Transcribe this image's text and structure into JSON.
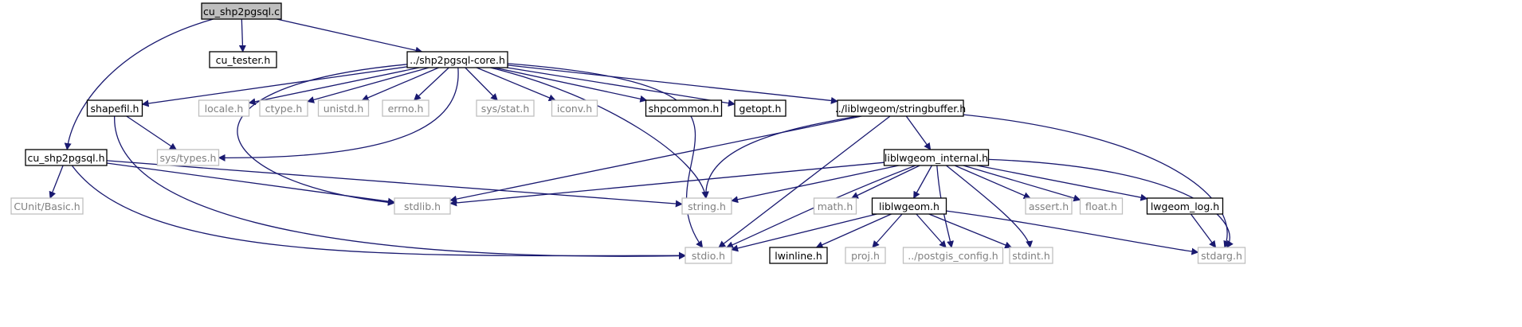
{
  "diagram": {
    "type": "include-dependency-graph",
    "colors": {
      "edge": "#191970",
      "root_fill": "#bfbfbf",
      "doc_border": "#000000",
      "ext_border": "#bfbfbf",
      "ext_text": "#808080"
    },
    "nodes": [
      {
        "id": "cu_shp2pgsql_c",
        "label": "cu_shp2pgsql.c",
        "kind": "root"
      },
      {
        "id": "cu_tester_h",
        "label": "cu_tester.h",
        "kind": "documented"
      },
      {
        "id": "shp2pgsql_core_h",
        "label": "../shp2pgsql-core.h",
        "kind": "documented"
      },
      {
        "id": "cu_shp2pgsql_h",
        "label": "cu_shp2pgsql.h",
        "kind": "documented"
      },
      {
        "id": "shapefil_h",
        "label": "shapefil.h",
        "kind": "documented"
      },
      {
        "id": "locale_h",
        "label": "locale.h",
        "kind": "external"
      },
      {
        "id": "ctype_h",
        "label": "ctype.h",
        "kind": "external"
      },
      {
        "id": "unistd_h",
        "label": "unistd.h",
        "kind": "external"
      },
      {
        "id": "errno_h",
        "label": "errno.h",
        "kind": "external"
      },
      {
        "id": "sys_stat_h",
        "label": "sys/stat.h",
        "kind": "external"
      },
      {
        "id": "iconv_h",
        "label": "iconv.h",
        "kind": "external"
      },
      {
        "id": "shpcommon_h",
        "label": "shpcommon.h",
        "kind": "documented"
      },
      {
        "id": "getopt_h",
        "label": "getopt.h",
        "kind": "documented"
      },
      {
        "id": "stringbuffer_h",
        "label": "../liblwgeom/stringbuffer.h",
        "kind": "documented"
      },
      {
        "id": "sys_types_h",
        "label": "sys/types.h",
        "kind": "external"
      },
      {
        "id": "liblwgeom_internal_h",
        "label": "liblwgeom_internal.h",
        "kind": "documented"
      },
      {
        "id": "cunit_basic_h",
        "label": "CUnit/Basic.h",
        "kind": "external"
      },
      {
        "id": "stdlib_h",
        "label": "stdlib.h",
        "kind": "external"
      },
      {
        "id": "string_h",
        "label": "string.h",
        "kind": "external"
      },
      {
        "id": "math_h",
        "label": "math.h",
        "kind": "external"
      },
      {
        "id": "liblwgeom_h",
        "label": "liblwgeom.h",
        "kind": "documented"
      },
      {
        "id": "assert_h",
        "label": "assert.h",
        "kind": "external"
      },
      {
        "id": "float_h",
        "label": "float.h",
        "kind": "external"
      },
      {
        "id": "lwgeom_log_h",
        "label": "lwgeom_log.h",
        "kind": "documented"
      },
      {
        "id": "stdio_h",
        "label": "stdio.h",
        "kind": "external"
      },
      {
        "id": "lwinline_h",
        "label": "lwinline.h",
        "kind": "documented"
      },
      {
        "id": "proj_h",
        "label": "proj.h",
        "kind": "external"
      },
      {
        "id": "postgis_config_h",
        "label": "../postgis_config.h",
        "kind": "external"
      },
      {
        "id": "stdint_h",
        "label": "stdint.h",
        "kind": "external"
      },
      {
        "id": "stdarg_h",
        "label": "stdarg.h",
        "kind": "external"
      }
    ],
    "edges": [
      {
        "from": "cu_shp2pgsql_c",
        "to": "cu_tester_h"
      },
      {
        "from": "cu_shp2pgsql_c",
        "to": "shp2pgsql_core_h"
      },
      {
        "from": "cu_shp2pgsql_c",
        "to": "cu_shp2pgsql_h"
      },
      {
        "from": "shp2pgsql_core_h",
        "to": "shapefil_h"
      },
      {
        "from": "shp2pgsql_core_h",
        "to": "locale_h"
      },
      {
        "from": "shp2pgsql_core_h",
        "to": "ctype_h"
      },
      {
        "from": "shp2pgsql_core_h",
        "to": "unistd_h"
      },
      {
        "from": "shp2pgsql_core_h",
        "to": "errno_h"
      },
      {
        "from": "shp2pgsql_core_h",
        "to": "sys_stat_h"
      },
      {
        "from": "shp2pgsql_core_h",
        "to": "iconv_h"
      },
      {
        "from": "shp2pgsql_core_h",
        "to": "shpcommon_h"
      },
      {
        "from": "shp2pgsql_core_h",
        "to": "getopt_h"
      },
      {
        "from": "shp2pgsql_core_h",
        "to": "stringbuffer_h"
      },
      {
        "from": "shp2pgsql_core_h",
        "to": "sys_types_h"
      },
      {
        "from": "shp2pgsql_core_h",
        "to": "stdlib_h"
      },
      {
        "from": "shp2pgsql_core_h",
        "to": "string_h"
      },
      {
        "from": "shp2pgsql_core_h",
        "to": "stdio_h"
      },
      {
        "from": "shapefil_h",
        "to": "sys_types_h"
      },
      {
        "from": "shapefil_h",
        "to": "stdio_h"
      },
      {
        "from": "stringbuffer_h",
        "to": "liblwgeom_internal_h"
      },
      {
        "from": "stringbuffer_h",
        "to": "stdlib_h"
      },
      {
        "from": "stringbuffer_h",
        "to": "string_h"
      },
      {
        "from": "stringbuffer_h",
        "to": "stdio_h"
      },
      {
        "from": "stringbuffer_h",
        "to": "stdarg_h"
      },
      {
        "from": "cu_shp2pgsql_h",
        "to": "cunit_basic_h"
      },
      {
        "from": "cu_shp2pgsql_h",
        "to": "stdlib_h"
      },
      {
        "from": "cu_shp2pgsql_h",
        "to": "string_h"
      },
      {
        "from": "cu_shp2pgsql_h",
        "to": "stdio_h"
      },
      {
        "from": "liblwgeom_internal_h",
        "to": "stdlib_h"
      },
      {
        "from": "liblwgeom_internal_h",
        "to": "string_h"
      },
      {
        "from": "liblwgeom_internal_h",
        "to": "math_h"
      },
      {
        "from": "liblwgeom_internal_h",
        "to": "liblwgeom_h"
      },
      {
        "from": "liblwgeom_internal_h",
        "to": "postgis_config_h"
      },
      {
        "from": "liblwgeom_internal_h",
        "to": "stdint_h"
      },
      {
        "from": "liblwgeom_internal_h",
        "to": "assert_h"
      },
      {
        "from": "liblwgeom_internal_h",
        "to": "float_h"
      },
      {
        "from": "liblwgeom_internal_h",
        "to": "lwgeom_log_h"
      },
      {
        "from": "liblwgeom_internal_h",
        "to": "stdio_h"
      },
      {
        "from": "liblwgeom_internal_h",
        "to": "stdarg_h"
      },
      {
        "from": "liblwgeom_h",
        "to": "stdio_h"
      },
      {
        "from": "liblwgeom_h",
        "to": "lwinline_h"
      },
      {
        "from": "liblwgeom_h",
        "to": "proj_h"
      },
      {
        "from": "liblwgeom_h",
        "to": "postgis_config_h"
      },
      {
        "from": "liblwgeom_h",
        "to": "stdint_h"
      },
      {
        "from": "liblwgeom_h",
        "to": "stdarg_h"
      },
      {
        "from": "lwgeom_log_h",
        "to": "stdarg_h"
      }
    ]
  }
}
